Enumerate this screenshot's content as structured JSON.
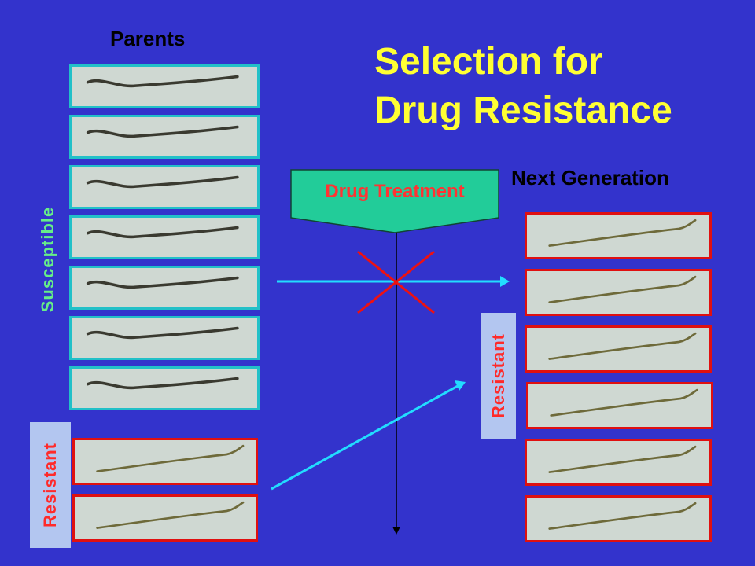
{
  "title": {
    "line1": "Selection for",
    "line2": "Drug Resistance"
  },
  "labels": {
    "parents": "Parents",
    "next_generation": "Next Generation",
    "susceptible": "Susceptible",
    "resistant_left": "Resistant",
    "resistant_right": "Resistant",
    "drug_treatment": "Drug Treatment"
  },
  "colors": {
    "background": "#3333cc",
    "title": "#ffff33",
    "susceptible_label": "#66ee88",
    "resistant_label": "#ff2a2a",
    "susceptible_border": "#22c0c8",
    "resistant_border": "#e01010",
    "arrow": "#22ddff",
    "drug_box": "#22cc99",
    "cross": "#ee1111"
  },
  "parents": {
    "susceptible_count": 7,
    "resistant_count": 2
  },
  "next_generation": {
    "resistant_count": 6
  }
}
